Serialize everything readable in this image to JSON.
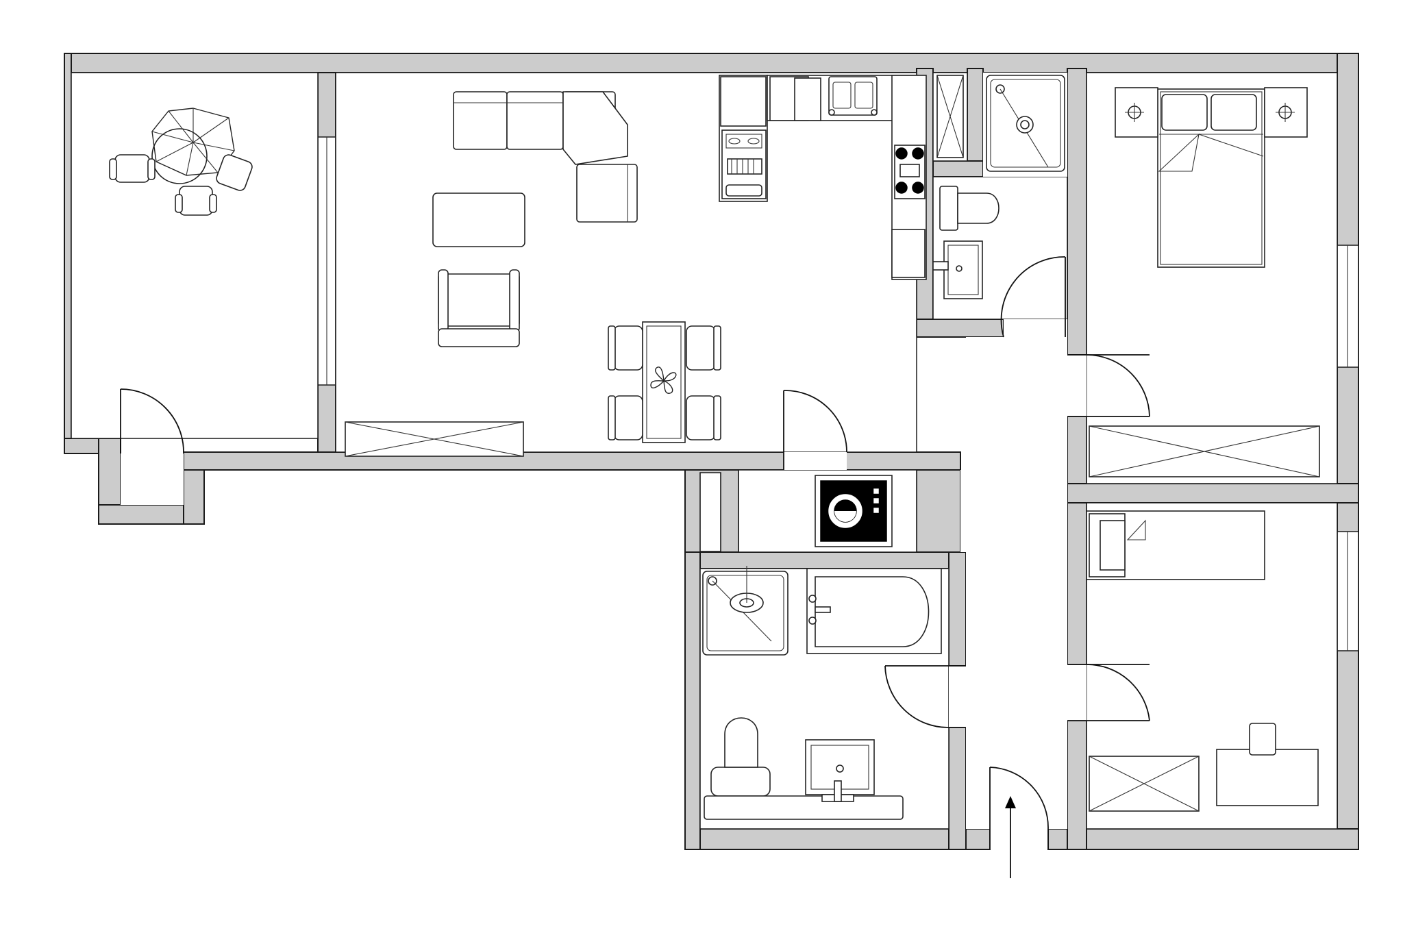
{
  "plan": {
    "colors": {
      "wall_fill": "#cccccc",
      "line": "#1a1a1a",
      "background": "#ffffff"
    },
    "rooms": [
      "balcony",
      "living-kitchen",
      "wardrobe-closet",
      "shower-room",
      "master-bedroom",
      "second-bedroom",
      "laundry",
      "main-bathroom",
      "hall"
    ],
    "icons": [
      "patio-umbrella-icon",
      "sectional-sofa-icon",
      "armchair-icon",
      "dining-table-icon",
      "stove-icon",
      "sink-icon",
      "toilet-icon",
      "shower-icon",
      "bathtub-icon",
      "double-bed-icon",
      "single-bed-icon",
      "washing-machine-icon",
      "desk-icon",
      "entry-arrow-icon"
    ]
  }
}
